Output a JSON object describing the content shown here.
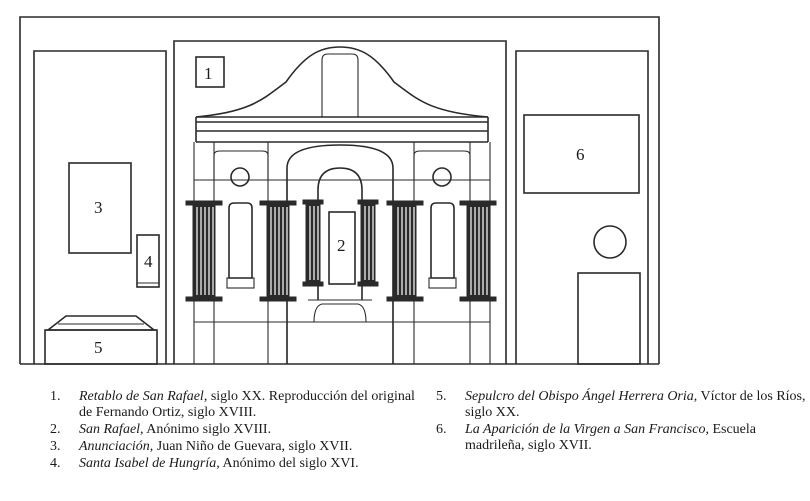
{
  "figure": {
    "markers": [
      "1",
      "2",
      "3",
      "4",
      "5",
      "6"
    ]
  },
  "legend": [
    {
      "num": "1.",
      "work": "Retablo de San Rafael",
      "rest": ", siglo XX. Reproducción del original de Fernando Ortiz, siglo XVIII."
    },
    {
      "num": "2.",
      "work": "San Rafael",
      "rest": ", Anónimo siglo XVIII."
    },
    {
      "num": "3.",
      "work": "Anunciación",
      "rest": ", Juan Niño de Guevara, siglo XVII."
    },
    {
      "num": "4.",
      "work": "Santa Isabel de Hungría",
      "rest": ", Anónimo del siglo XVI."
    },
    {
      "num": "5.",
      "work": "Sepulcro del Obispo Ángel Herrera Oria",
      "rest": ", Víctor de los Ríos, siglo XX."
    },
    {
      "num": "6.",
      "work": "La Aparición de la Virgen a San Francisco",
      "rest": ", Escuela madrileña, siglo XVII."
    }
  ]
}
